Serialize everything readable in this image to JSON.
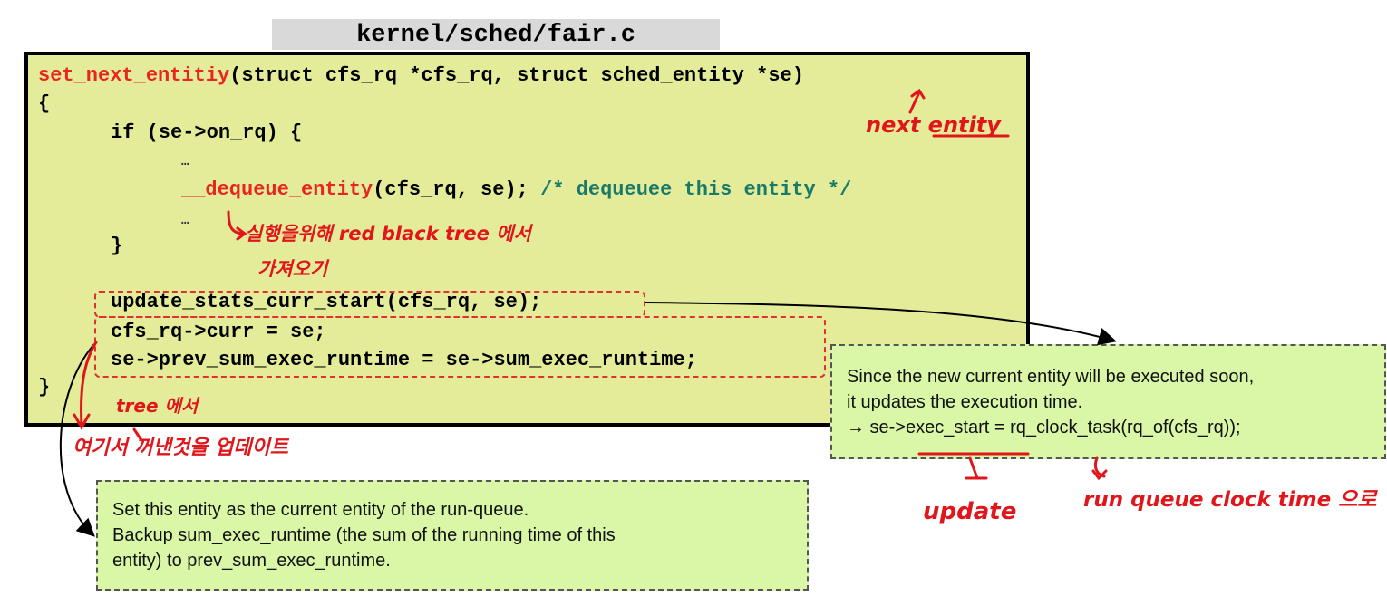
{
  "title": "kernel/sched/fair.c",
  "code": {
    "signature_fn": "set_next_entitiy",
    "signature_rest": "(struct cfs_rq *cfs_rq, struct sched_entity *se)",
    "open_brace": "{",
    "if_line": "if (se->on_rq) {",
    "ellipsis1": "…",
    "dequeue_fn": "__dequeue_entity",
    "dequeue_args": "(cfs_rq, se); ",
    "dequeue_comment": "/* dequeuee this entity */",
    "ellipsis2": "…",
    "inner_close": "}",
    "update_line": "update_stats_curr_start(cfs_rq, se);",
    "curr_line": "cfs_rq->curr = se;",
    "prev_line": "se->prev_sum_exec_runtime = se->sum_exec_runtime;",
    "close_brace": "}"
  },
  "notes": {
    "right": [
      "Since the new current entity will be executed soon,",
      "it updates the execution time.",
      "→ se->exec_start = rq_clock_task(rq_of(cfs_rq));"
    ],
    "bottom": [
      "Set this entity as the current entity of the run-queue.",
      "Backup sum_exec_runtime (the sum of the running time of this",
      "entity) to prev_sum_exec_runtime."
    ]
  },
  "annotations": {
    "next_entity": "next entity",
    "dequeue_note_1": "실행을위해 red black tree 에서",
    "dequeue_note_2": "가져오기",
    "tree_from": "tree 에서",
    "update_korean": "여기서 꺼낸것을 업데이트",
    "update": "update",
    "run_queue_clock": "run queue clock time 으로"
  },
  "colors": {
    "code_bg": "#e4ec9a",
    "note_bg": "#d9f7a7",
    "function_red": "#e8261e",
    "comment_teal": "#1a7a6a",
    "handwriting_red": "#e0161b"
  }
}
